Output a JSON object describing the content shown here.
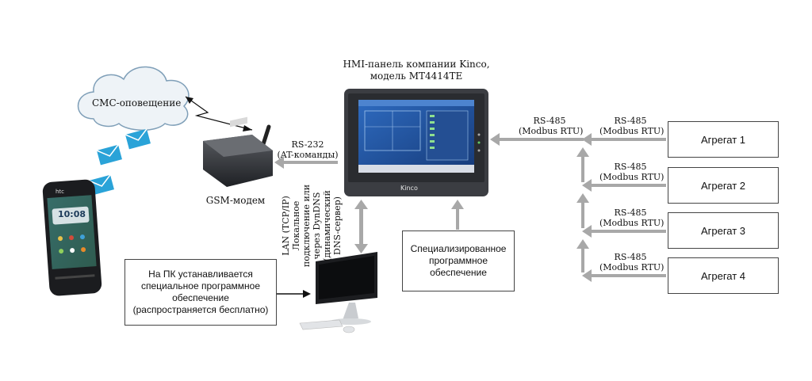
{
  "hmi": {
    "title_line1": "HMI-панель компании Kinco,",
    "title_line2": "модель MT4414TE",
    "brand": "Kinco"
  },
  "sms": {
    "label": "СМС-оповещение"
  },
  "phone": {
    "brand": "htc",
    "time": "10:08"
  },
  "gsm": {
    "label": "GSM-модем",
    "link_line1": "RS-232",
    "link_line2": "(AT-команды)"
  },
  "hmi_link": {
    "line1": "RS-485",
    "line2": "(Modbus RTU)"
  },
  "lan": {
    "line1": "LAN (TCP/IP)",
    "line2": "Локальное",
    "line3": "подключение или",
    "line4": "через DynDNS",
    "line5": "(динамический",
    "line6": "DNS-сервер)"
  },
  "software_box": {
    "line1": "Специализированное",
    "line2": "программное",
    "line3": "обеспечение"
  },
  "pc_box": {
    "line1": "На ПК устанавливается",
    "line2": "специальное программное",
    "line3": "обеспечение",
    "line4": "(распространяется бесплатно)"
  },
  "aggregates": [
    {
      "label": "Агрегат 1",
      "link_line1": "RS-485",
      "link_line2": "(Modbus RTU)"
    },
    {
      "label": "Агрегат 2",
      "link_line1": "RS-485",
      "link_line2": "(Modbus RTU)"
    },
    {
      "label": "Агрегат 3",
      "link_line1": "RS-485",
      "link_line2": "(Modbus RTU)"
    },
    {
      "label": "Агрегат 4",
      "link_line1": "RS-485",
      "link_line2": "(Modbus RTU)"
    }
  ],
  "colors": {
    "arrow_gray": "#a8a8a8",
    "cloud_stroke": "#7f9fb8",
    "cloud_fill": "#eef3f7",
    "envelope": "#2aa3d8",
    "hmi_body": "#3b3d42",
    "hmi_screen": "#1f4f9a"
  }
}
